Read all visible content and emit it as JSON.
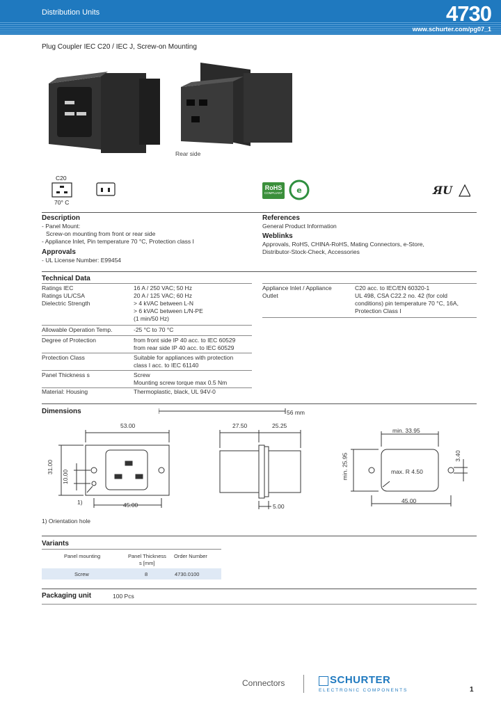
{
  "header": {
    "section": "Distribution Units",
    "number": "4730",
    "url": "www.schurter.com/pg07_1"
  },
  "title": "Plug Coupler IEC C20 / IEC J, Screw-on Mounting",
  "rear_side": "Rear side",
  "icons": {
    "c20": "C20",
    "temp": "70° C",
    "rohs": "RoHS",
    "rohs_sub": "COMPLIANT"
  },
  "description": {
    "heading": "Description",
    "lines": [
      "- Panel Mount:",
      "  Screw-on mounting from front or rear side",
      "- Appliance Inlet, Pin temperature 70 °C, Protection class I"
    ]
  },
  "approvals": {
    "heading": "Approvals",
    "lines": [
      "- UL License Number: E99454"
    ]
  },
  "references": {
    "heading": "References",
    "text": "General Product Information"
  },
  "weblinks": {
    "heading": "Weblinks",
    "lines": [
      "Approvals, RoHS, CHINA-RoHS, Mating Connectors, e-Store,",
      "Distributor-Stock-Check, Accessories"
    ]
  },
  "technical": {
    "heading": "Technical Data",
    "rows": [
      {
        "label": "Ratings IEC",
        "value": [
          "16 A / 250 VAC; 50 Hz"
        ]
      },
      {
        "label": "Ratings UL/CSA",
        "value": [
          "20 A / 125 VAC; 60 Hz"
        ]
      },
      {
        "label": "Dielectric Strength",
        "value": [
          "> 4 kVAC between L-N",
          "> 6 kVAC between L/N-PE",
          "(1 min/50 Hz)"
        ]
      },
      {
        "label": "Allowable Operation Temp.",
        "value": [
          "-25 °C to 70 °C"
        ]
      },
      {
        "label": "Degree of Protection",
        "value": [
          "from front side IP 40 acc. to IEC 60529",
          "from rear side IP 40 acc. to IEC 60529"
        ]
      },
      {
        "label": "Protection Class",
        "value": [
          "Suitable for appliances with protection",
          "class I acc. to IEC 61140"
        ]
      },
      {
        "label": "Panel Thickness s",
        "value": [
          "Screw",
          "Mounting screw torque max 0.5 Nm"
        ]
      },
      {
        "label": "Material: Housing",
        "value": [
          "Thermoplastic, black, UL 94V-0"
        ]
      }
    ],
    "right_label": [
      "Appliance Inlet / Appliance",
      "Outlet"
    ],
    "right_value": [
      "C20 acc. to IEC/EN 60320-1",
      "UL 498, CSA C22.2 no. 42 (for cold",
      "conditions) pin temperature 70 °C, 16A,",
      "Protection Class I"
    ]
  },
  "dimensions": {
    "heading": "Dimensions",
    "scale": "56 mm",
    "d1": "53.00",
    "d2": "31.00",
    "d3": "10.00",
    "d4": "45.00",
    "d5": "1)",
    "d6": "27.50",
    "d7": "25.25",
    "d8": "5.00",
    "d9": "min. 33.95",
    "d10": "3.40",
    "d11": "min. 25.95",
    "d12": "max. R 4.50",
    "d13": "45.00",
    "footnote": "1) Orientation hole"
  },
  "variants": {
    "heading": "Variants",
    "headers": [
      "Panel mounting",
      "Panel Thickness",
      "Order Number"
    ],
    "subheader": "s [mm]",
    "row": [
      "Screw",
      "8",
      "4730.0100"
    ]
  },
  "packaging": {
    "heading": "Packaging unit",
    "value": "100 Pcs"
  },
  "footer": {
    "category": "Connectors",
    "brand": "SCHURTER",
    "brand_sub": "ELECTRONIC COMPONENTS",
    "page": "1"
  }
}
